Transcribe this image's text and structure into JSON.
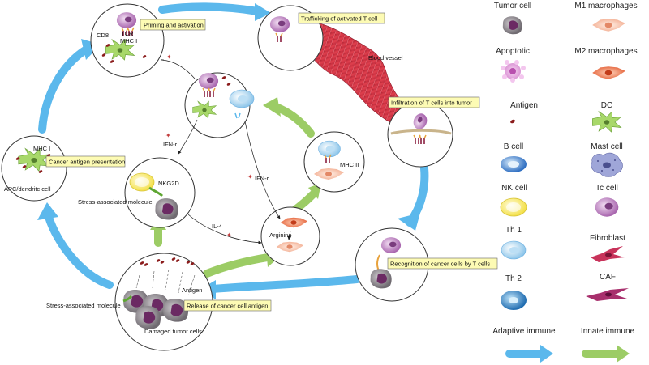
{
  "stages": {
    "priming": "Priming and activation",
    "trafficking": "Trafficking of activated T cell",
    "infiltration": "Infiltration of T cells into tumor",
    "recognition": "Recognition of cancer cells by T cells",
    "release": "Release of cancer cell antigen",
    "presentation": "Cancer antigen presentation"
  },
  "labels": {
    "cd8": "CD8",
    "tcr": "TCR",
    "mhc1_top": "MHC I",
    "mhc1_left": "MHC I",
    "apc": "APC/dendritc cell",
    "blood_vessel": "Blood vessel",
    "nkg2d": "NKG2D",
    "stress_molecule_top": "Stress-associated molecule",
    "stress_molecule_bottom": "Stress-associated molecule",
    "ifn_left": "IFN-r",
    "ifn_right": "IFN-r",
    "il4": "IL-4",
    "arginine": "Arginine",
    "mhc2": "MHC II",
    "antigen": "Antigen",
    "damaged": "Damaged tumor cells"
  },
  "legend": {
    "col1": [
      "Tumor cell",
      "Apoptotic",
      "Antigen",
      "B cell",
      "NK cell",
      "Th 1",
      "Th 2"
    ],
    "col2": [
      "M1 macrophages",
      "M2 macrophages",
      "DC",
      "Mast cell",
      "Tc cell",
      "Fibroblast",
      "CAF"
    ],
    "adaptive": "Adaptive immune",
    "innate": "Innate immune"
  },
  "colors": {
    "adaptive_arrow": "#5bb8ec",
    "innate_arrow": "#9ccc65",
    "label_box": "#fdfbb4",
    "tc_cell": "#c58cc8",
    "tumor": "#7a2a5a",
    "vessel": "#c9283a"
  }
}
